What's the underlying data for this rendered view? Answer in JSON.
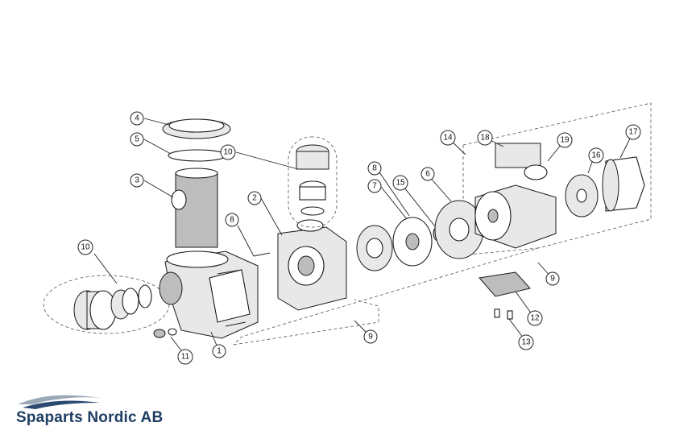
{
  "brand": {
    "name": "Spaparts Nordic AB",
    "color": "#1f3d63"
  },
  "callouts": [
    {
      "id": "1",
      "label": "1"
    },
    {
      "id": "2",
      "label": "2"
    },
    {
      "id": "3",
      "label": "3"
    },
    {
      "id": "4",
      "label": "4"
    },
    {
      "id": "5",
      "label": "5"
    },
    {
      "id": "6",
      "label": "6"
    },
    {
      "id": "7",
      "label": "7"
    },
    {
      "id": "8a",
      "label": "8"
    },
    {
      "id": "8b",
      "label": "8"
    },
    {
      "id": "9a",
      "label": "9"
    },
    {
      "id": "9b",
      "label": "9"
    },
    {
      "id": "10a",
      "label": "10"
    },
    {
      "id": "10b",
      "label": "10"
    },
    {
      "id": "11",
      "label": "11"
    },
    {
      "id": "12",
      "label": "12"
    },
    {
      "id": "13",
      "label": "13"
    },
    {
      "id": "14",
      "label": "14"
    },
    {
      "id": "15",
      "label": "15"
    },
    {
      "id": "16",
      "label": "16"
    },
    {
      "id": "17",
      "label": "17"
    },
    {
      "id": "18",
      "label": "18"
    },
    {
      "id": "19",
      "label": "19"
    }
  ]
}
